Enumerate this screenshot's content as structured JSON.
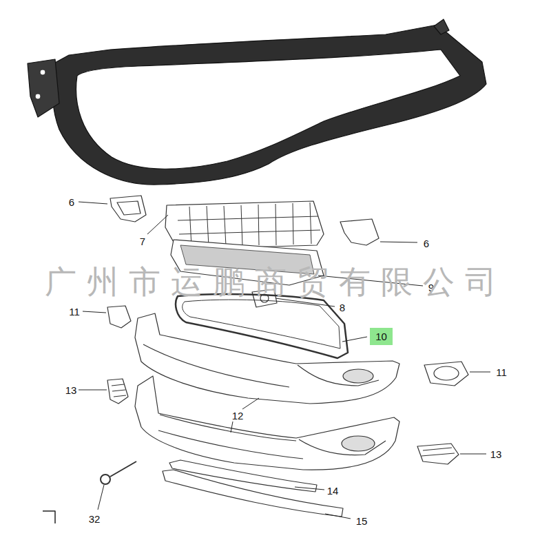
{
  "diagram": {
    "nodes": [
      {
        "text": [
          "10"
        ]
      }
    ],
    "labels": [
      "6",
      "7",
      "6",
      "9",
      "广州市运鹏商贸有限公司",
      "11",
      "8",
      "11",
      "13",
      "12",
      "13",
      "14",
      "32",
      "15"
    ]
  }
}
